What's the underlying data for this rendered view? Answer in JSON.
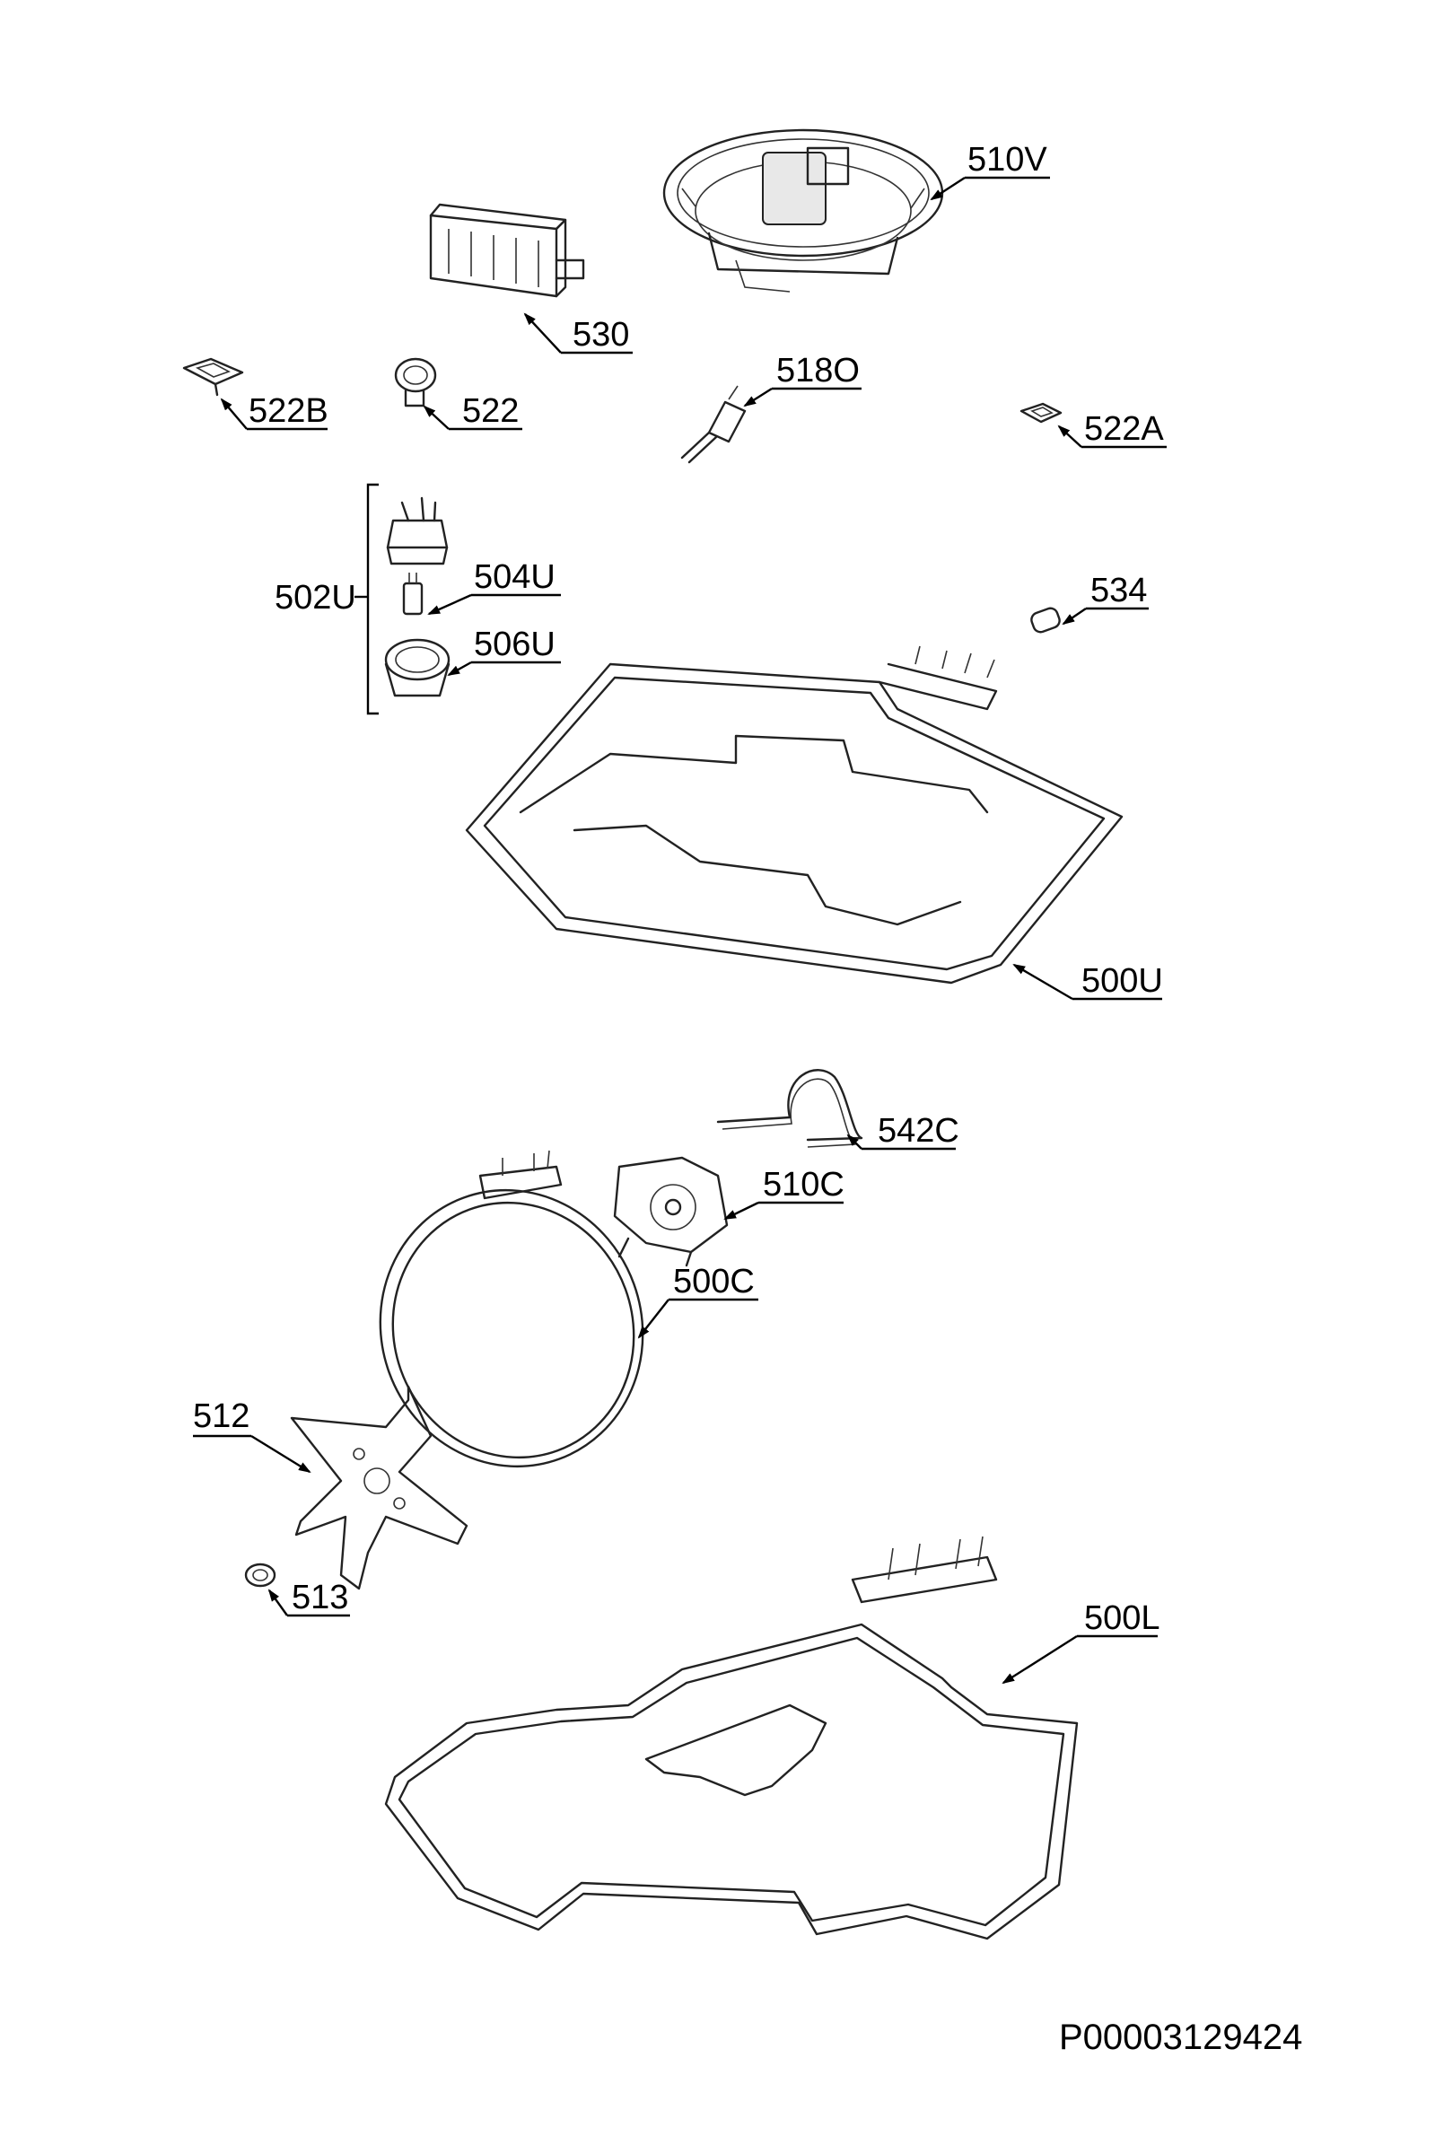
{
  "diagram": {
    "doc_id": "P00003129424",
    "labels": {
      "l510V": "510V",
      "l530": "530",
      "l522B": "522B",
      "l522": "522",
      "l518O": "518O",
      "l522A": "522A",
      "l502U": "502U",
      "l504U": "504U",
      "l506U": "506U",
      "l534": "534",
      "l500U": "500U",
      "l542C": "542C",
      "l510C": "510C",
      "l500C": "500C",
      "l512": "512",
      "l513": "513",
      "l500L": "500L"
    }
  }
}
